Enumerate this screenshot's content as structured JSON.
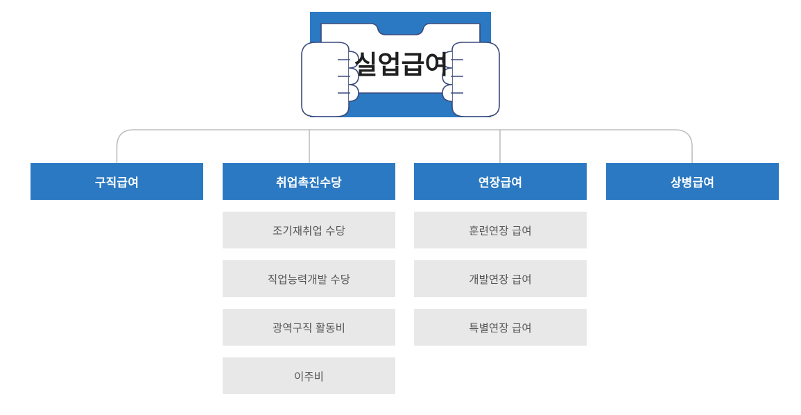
{
  "diagram": {
    "title": "실업급여",
    "root": {
      "label": "실업급여",
      "icon": "hands-holding-sign-icon"
    },
    "colors": {
      "primary_blue": "#2B79C2",
      "sign_outline": "#3A4A7A",
      "sub_gray": "#E8E8E8",
      "sub_text": "#555555",
      "connector_line": "#BEBEBE",
      "title_text": "#1F1F1F",
      "background": "#FFFFFF"
    },
    "branches": [
      {
        "label": "구직급여",
        "children": []
      },
      {
        "label": "취업촉진수당",
        "children": [
          "조기재취업 수당",
          "직업능력개발 수당",
          "광역구직 활동비",
          "이주비"
        ]
      },
      {
        "label": "연장급여",
        "children": [
          "훈련연장 급여",
          "개발연장 급여",
          "특별연장 급여"
        ]
      },
      {
        "label": "상병급여",
        "children": []
      }
    ]
  }
}
